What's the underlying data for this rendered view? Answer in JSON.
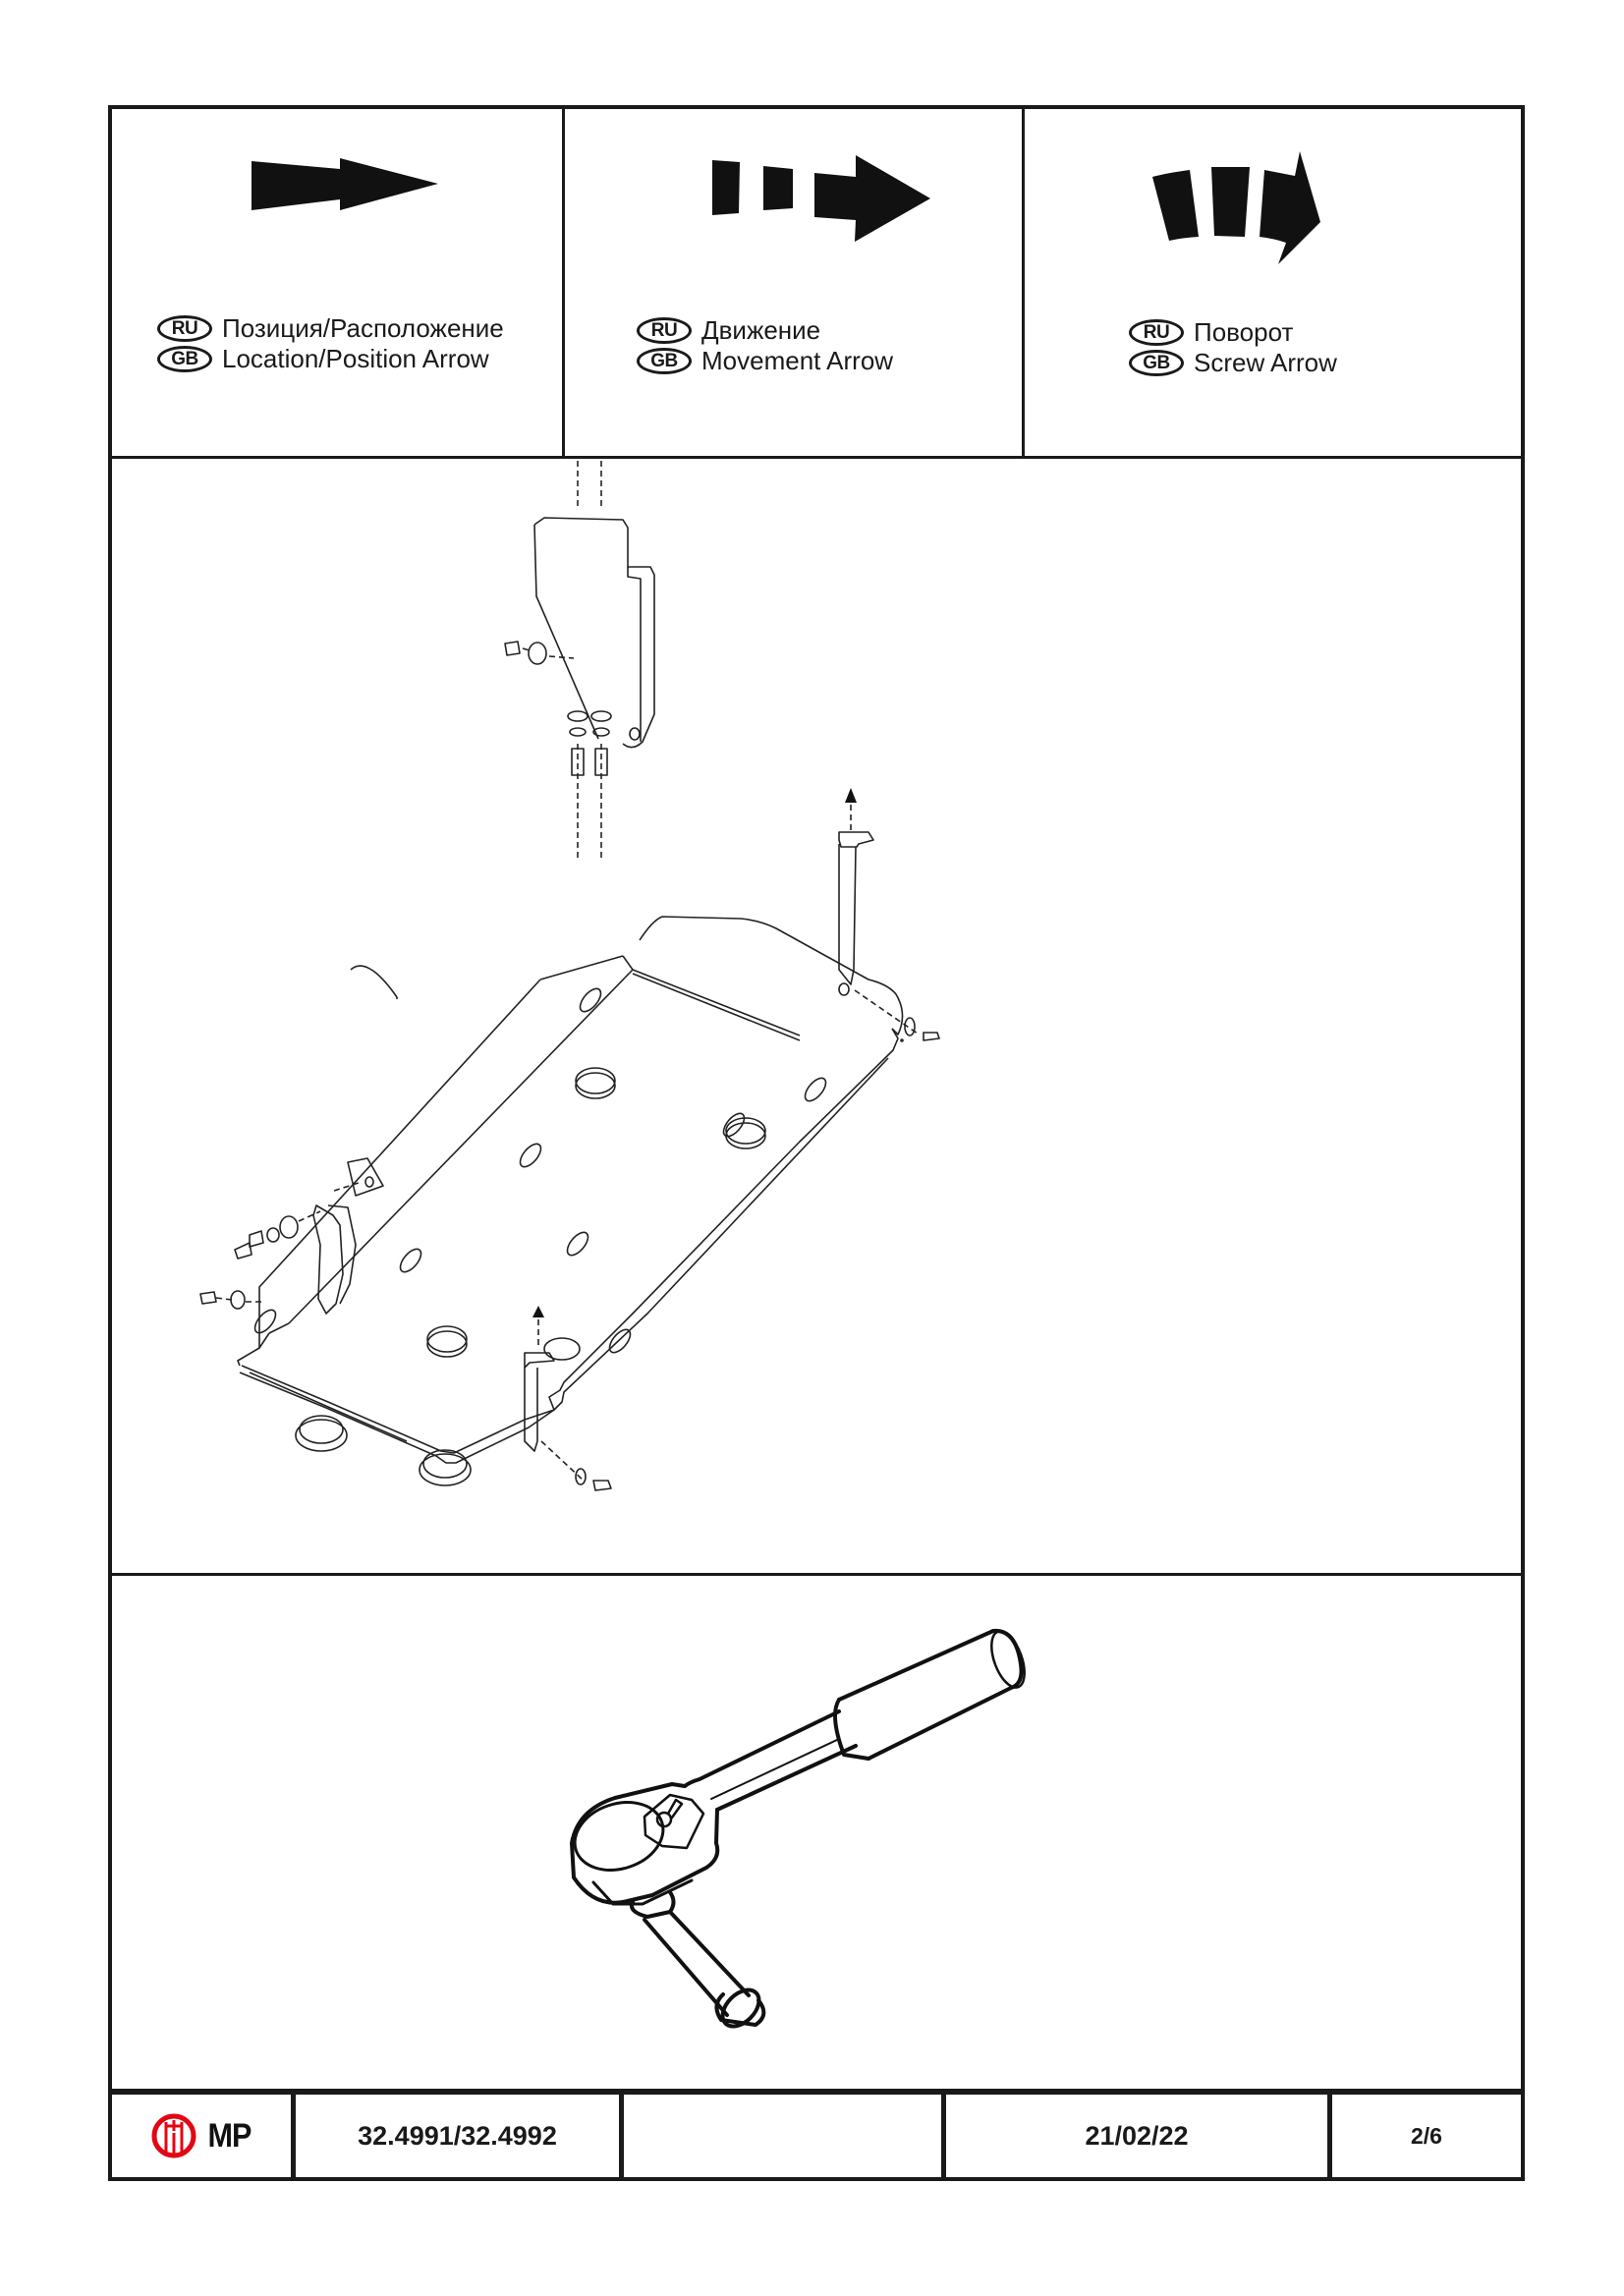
{
  "legend": [
    {
      "icon": "location-arrow-icon",
      "ru_badge": "RU",
      "ru_label": "Позиция/Расположение",
      "gb_badge": "GB",
      "gb_label": "Location/Position Arrow"
    },
    {
      "icon": "movement-arrow-icon",
      "ru_badge": "RU",
      "ru_label": "Движение",
      "gb_badge": "GB",
      "gb_label": "Movement Arrow"
    },
    {
      "icon": "screw-arrow-icon",
      "ru_badge": "RU",
      "ru_label": "Поворот",
      "gb_badge": "GB",
      "gb_label": "Screw Arrow"
    }
  ],
  "figures": {
    "assembly": "skid-plate-exploded-assembly-drawing",
    "tool": "ratchet-wrench-with-socket-drawing"
  },
  "footer": {
    "logo_text": "MP",
    "logo_color": "#e30613",
    "part_number": "32.4991/32.4992",
    "blank": "",
    "date": "21/02/22",
    "page": "2/6"
  }
}
